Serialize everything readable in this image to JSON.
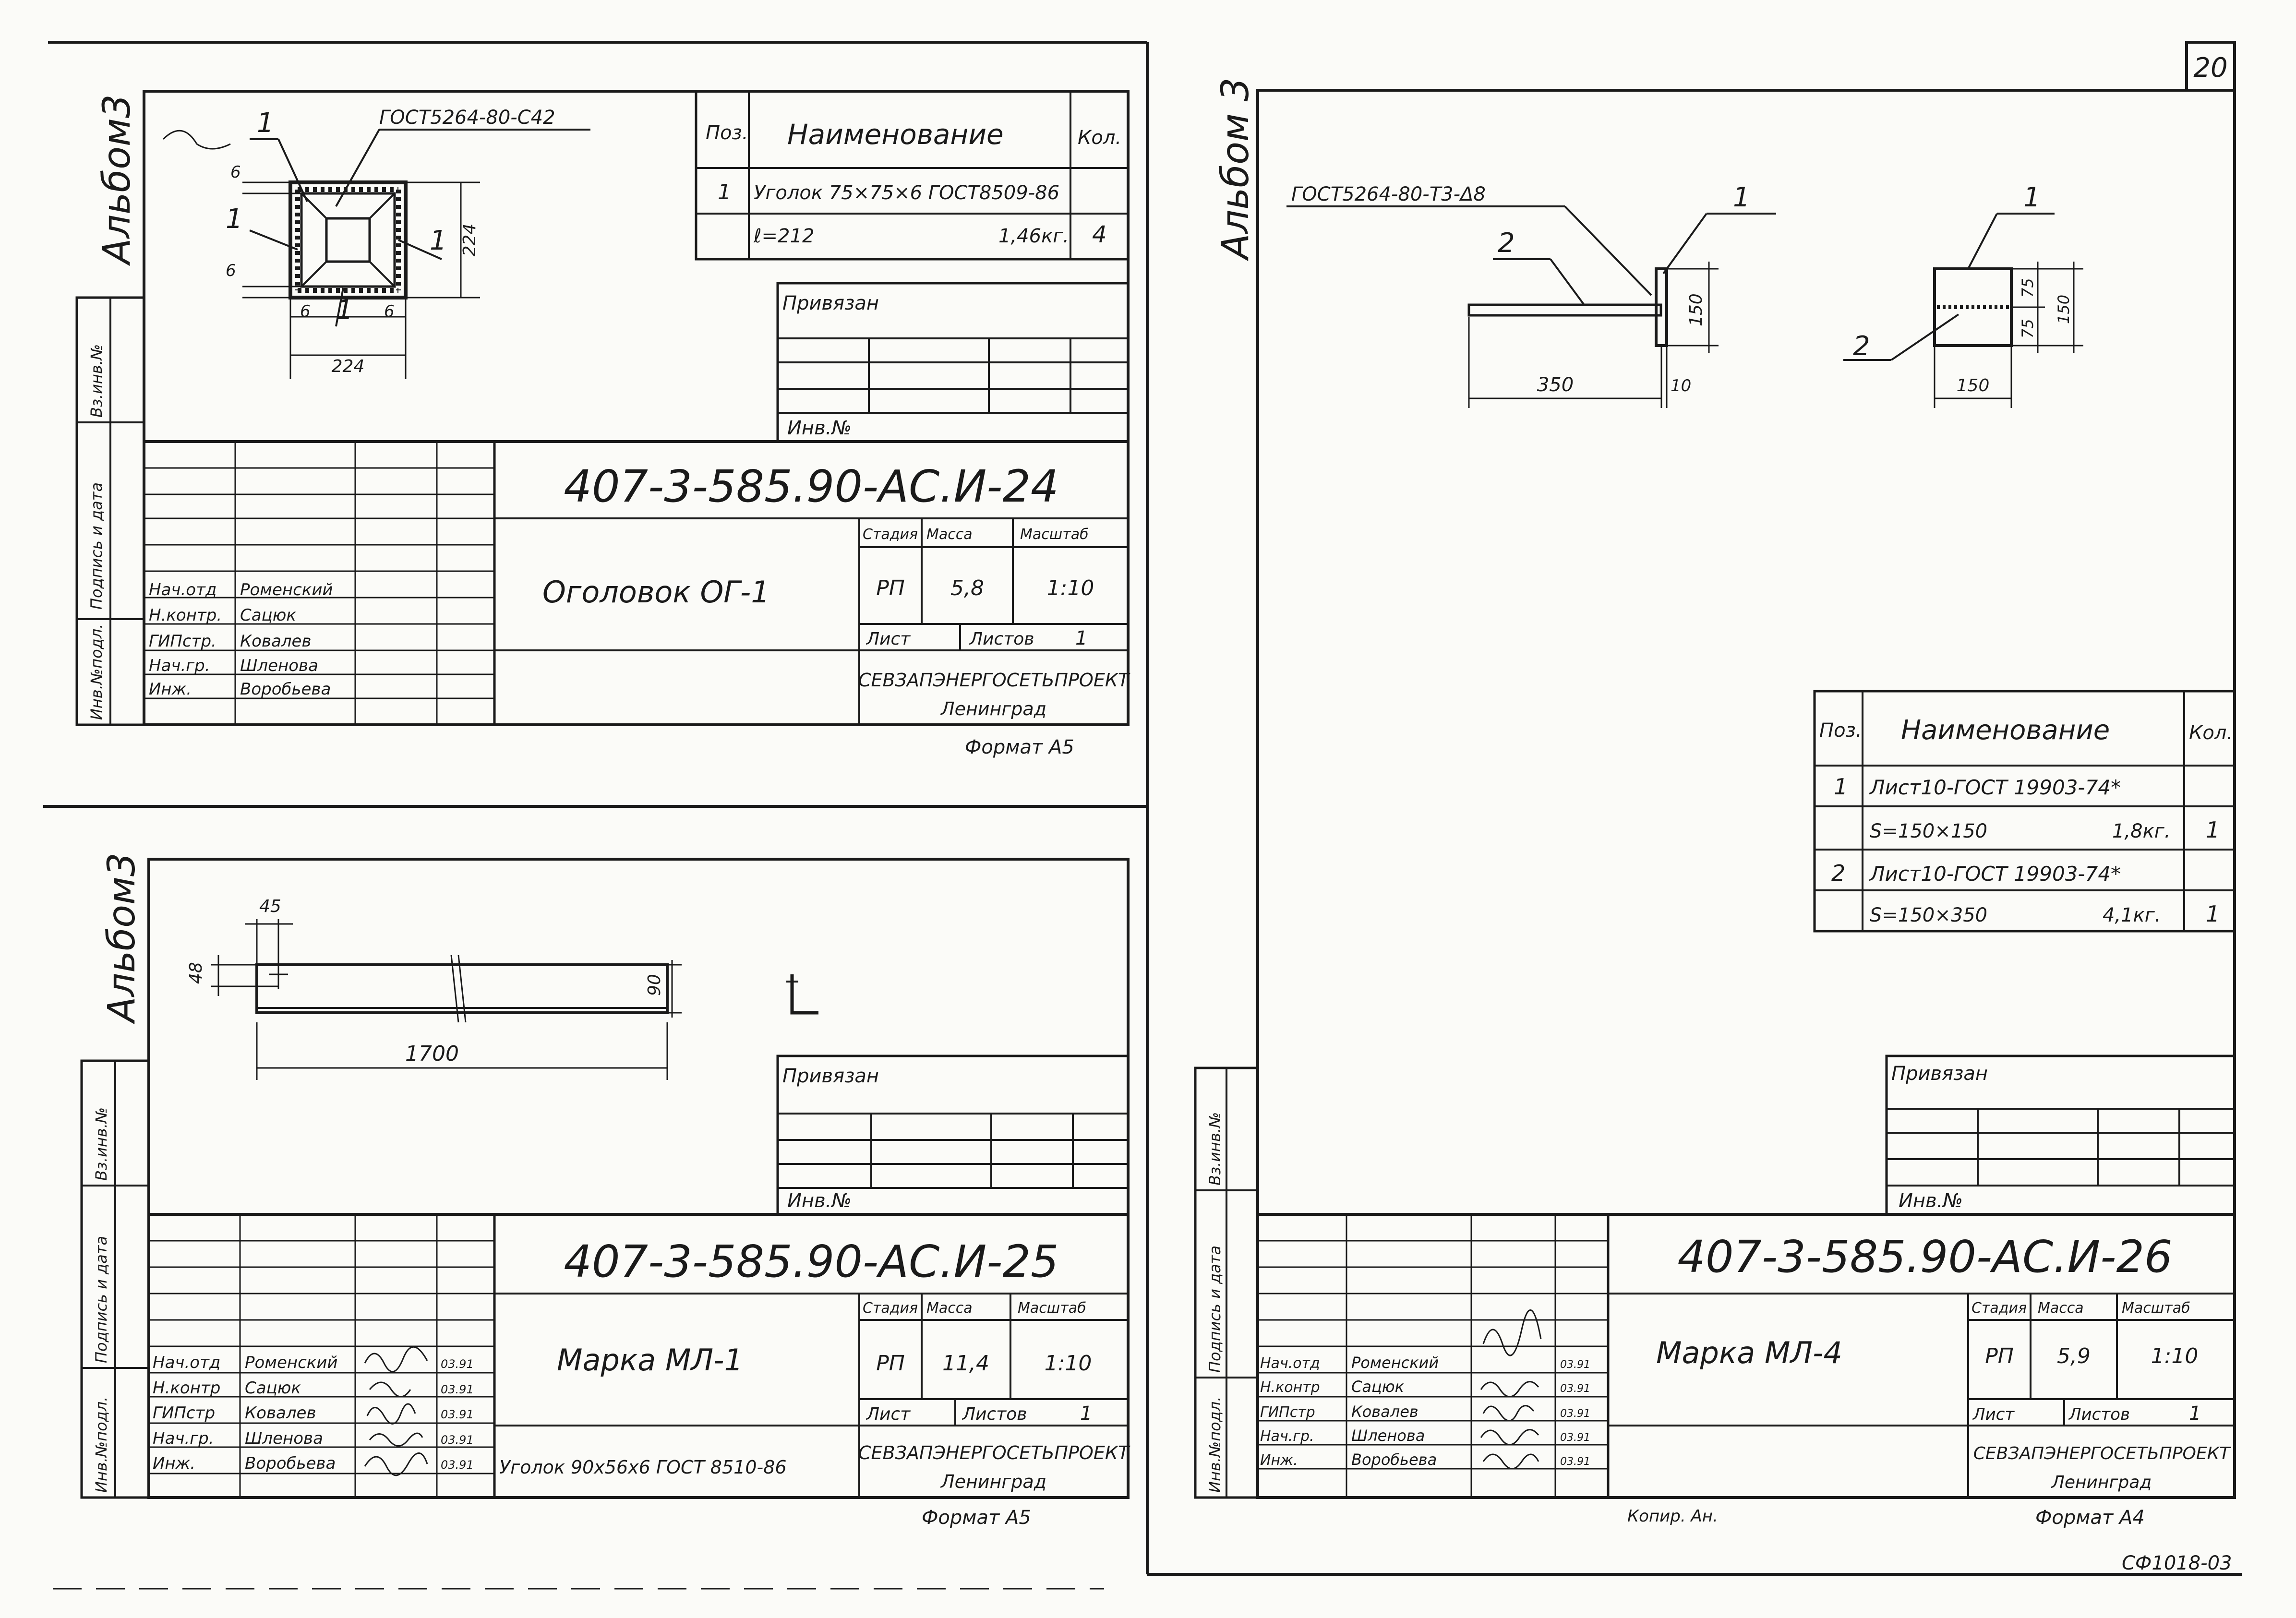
{
  "page_number": "20",
  "footer_code": "СФ1018-03",
  "footer_copy": "Копир. Ан.",
  "side_stamp": {
    "album": "Альбом 3",
    "inv_podl": "Инв.№подл.",
    "podpis_data": "Подпись и дата",
    "vzam_inv": "Вз.инв.№"
  },
  "sheet1": {
    "album": "Альбом3",
    "weld_note": "ГОСТ5264-80-С42",
    "callout": "1",
    "dims": {
      "width": "224",
      "height": "224",
      "edge": "6"
    },
    "spec": {
      "headers": [
        "Поз.",
        "Наименование",
        "Кол."
      ],
      "rows": [
        {
          "pos": "1",
          "name": "Уголок 75×75×6 ГОСТ8509-86",
          "qty": ""
        },
        {
          "pos": "",
          "name": "ℓ=212",
          "mass": "1,46кг.",
          "qty": "4"
        }
      ]
    },
    "privyazan": "Привязан",
    "inv_no": "Инв.№",
    "doc_number": "407-3-585.90-АС.И-24",
    "title": "Оголовок ОГ-1",
    "subtitle": "",
    "stage_headers": [
      "Стадия",
      "Масса",
      "Масштаб"
    ],
    "stage_values": [
      "РП",
      "5,8",
      "1:10"
    ],
    "list_label": "Лист",
    "sheets_label": "Листов",
    "sheets_value": "1",
    "org": "СЕВЗАПЭНЕРГОСЕТЬПРОЕКТ",
    "city": "Ленинград",
    "format": "Формат А5",
    "people": [
      {
        "role": "Нач.отд",
        "name": "Роменский"
      },
      {
        "role": "Н.контр.",
        "name": "Сацюк"
      },
      {
        "role": "ГИПстр.",
        "name": "Ковалев"
      },
      {
        "role": "Нач.гр.",
        "name": "Шленова"
      },
      {
        "role": "Инж.",
        "name": "Воробьева"
      }
    ]
  },
  "sheet2": {
    "album": "Альбом3",
    "dims": {
      "d45": "45",
      "d48": "48",
      "d90": "90",
      "length": "1700"
    },
    "privyazan": "Привязан",
    "inv_no": "Инв.№",
    "doc_number": "407-3-585.90-АС.И-25",
    "title": "Марка МЛ-1",
    "subtitle": "Уголок 90х56х6 ГОСТ 8510-86",
    "stage_headers": [
      "Стадия",
      "Масса",
      "Масштаб"
    ],
    "stage_values": [
      "РП",
      "11,4",
      "1:10"
    ],
    "list_label": "Лист",
    "sheets_label": "Листов",
    "sheets_value": "1",
    "org": "СЕВЗАПЭНЕРГОСЕТЬПРОЕКТ",
    "city": "Ленинград",
    "format": "Формат А5",
    "people": [
      {
        "role": "Нач.отд",
        "name": "Роменский",
        "date": "03.91"
      },
      {
        "role": "Н.контр",
        "name": "Сацюк",
        "date": "03.91"
      },
      {
        "role": "ГИПстр",
        "name": "Ковалев",
        "date": "03.91"
      },
      {
        "role": "Нач.гр.",
        "name": "Шленова",
        "date": "03.91"
      },
      {
        "role": "Инж.",
        "name": "Воробьева",
        "date": "03.91"
      }
    ]
  },
  "sheet3": {
    "album": "Альбом 3",
    "weld_note": "ГОСТ5264-80-Т3-Δ8",
    "dims": {
      "d350": "350",
      "d150": "150",
      "d10": "10",
      "d75": "75"
    },
    "callouts": [
      "1",
      "2",
      "1",
      "2"
    ],
    "spec": {
      "headers": [
        "Поз.",
        "Наименование",
        "Кол."
      ],
      "rows": [
        {
          "pos": "1",
          "name": "Лист10-ГОСТ 19903-74*",
          "qty": ""
        },
        {
          "pos": "",
          "name": "S=150×150",
          "mass": "1,8кг.",
          "qty": "1"
        },
        {
          "pos": "2",
          "name": "Лист10-ГОСТ 19903-74*",
          "qty": ""
        },
        {
          "pos": "",
          "name": "S=150×350",
          "mass": "4,1кг.",
          "qty": "1"
        }
      ]
    },
    "privyazan": "Привязан",
    "inv_no": "Инв.№",
    "doc_number": "407-3-585.90-АС.И-26",
    "title": "Марка МЛ-4",
    "stage_headers": [
      "Стадия",
      "Масса",
      "Масштаб"
    ],
    "stage_values": [
      "РП",
      "5,9",
      "1:10"
    ],
    "list_label": "Лист",
    "sheets_label": "Листов",
    "sheets_value": "1",
    "org": "СЕВЗАПЭНЕРГОСЕТЬПРОЕКТ",
    "city": "Ленинград",
    "format": "Формат А4",
    "people": [
      {
        "role": "Нач.отд",
        "name": "Роменский",
        "date": "03.91"
      },
      {
        "role": "Н.контр",
        "name": "Сацюк",
        "date": "03.91"
      },
      {
        "role": "ГИПстр",
        "name": "Ковалев",
        "date": "03.91"
      },
      {
        "role": "Нач.гр.",
        "name": "Шленова",
        "date": "03.91"
      },
      {
        "role": "Инж.",
        "name": "Воробьева",
        "date": "03.91"
      }
    ]
  }
}
